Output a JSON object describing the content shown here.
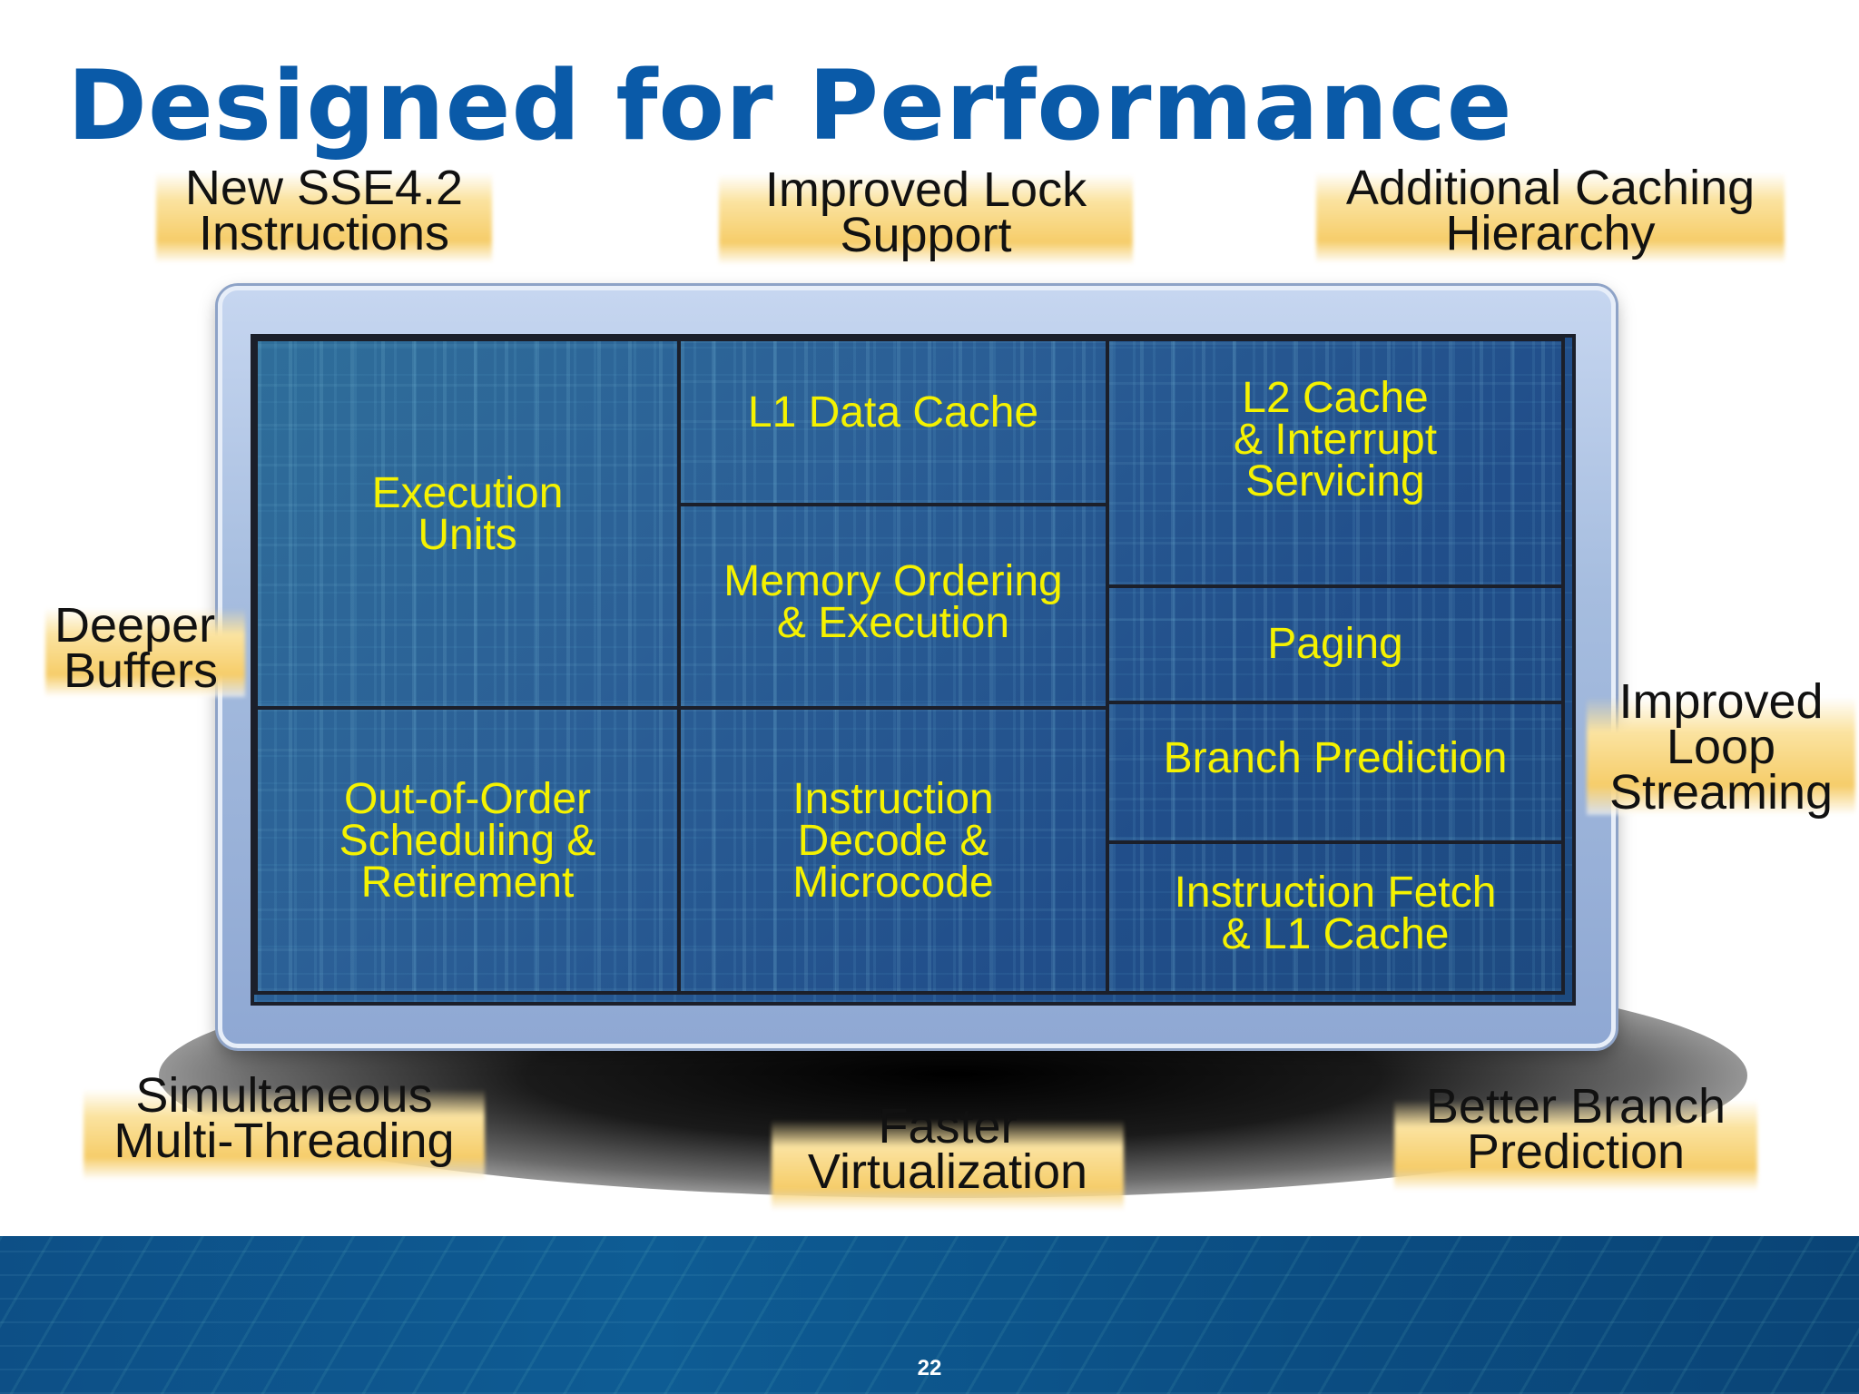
{
  "title": "Designed for Performance",
  "callouts": {
    "sse": [
      "New SSE4.2",
      "Instructions"
    ],
    "lock": [
      "Improved Lock",
      "Support"
    ],
    "caching": [
      "Additional Caching",
      "Hierarchy"
    ],
    "buffers": [
      "Deeper",
      "Buffers"
    ],
    "loop": [
      "Improved",
      "Loop",
      "Streaming"
    ],
    "smt": [
      "Simultaneous",
      "Multi-Threading"
    ],
    "virtualization": [
      "Faster",
      "Virtualization"
    ],
    "branch": [
      "Better Branch",
      "Prediction"
    ]
  },
  "die_blocks": {
    "execution_units": [
      "Execution",
      "Units"
    ],
    "l1_data_cache": [
      "L1 Data Cache"
    ],
    "l2_cache": [
      "L2 Cache",
      "& Interrupt",
      "Servicing"
    ],
    "memory_ordering": [
      "Memory Ordering",
      "& Execution"
    ],
    "paging": [
      "Paging"
    ],
    "branch_prediction": [
      "Branch Prediction"
    ],
    "out_of_order": [
      "Out-of-Order",
      "Scheduling &",
      "Retirement"
    ],
    "instruction_decode": [
      "Instruction",
      "Decode &",
      "Microcode"
    ],
    "instruction_fetch": [
      "Instruction Fetch",
      "& L1 Cache"
    ]
  },
  "page_number": "22",
  "colors": {
    "title": "#0a5aa8",
    "block_text": "#f5f200",
    "highlight": "#f6cd6a",
    "footer": "#0e5c94"
  }
}
